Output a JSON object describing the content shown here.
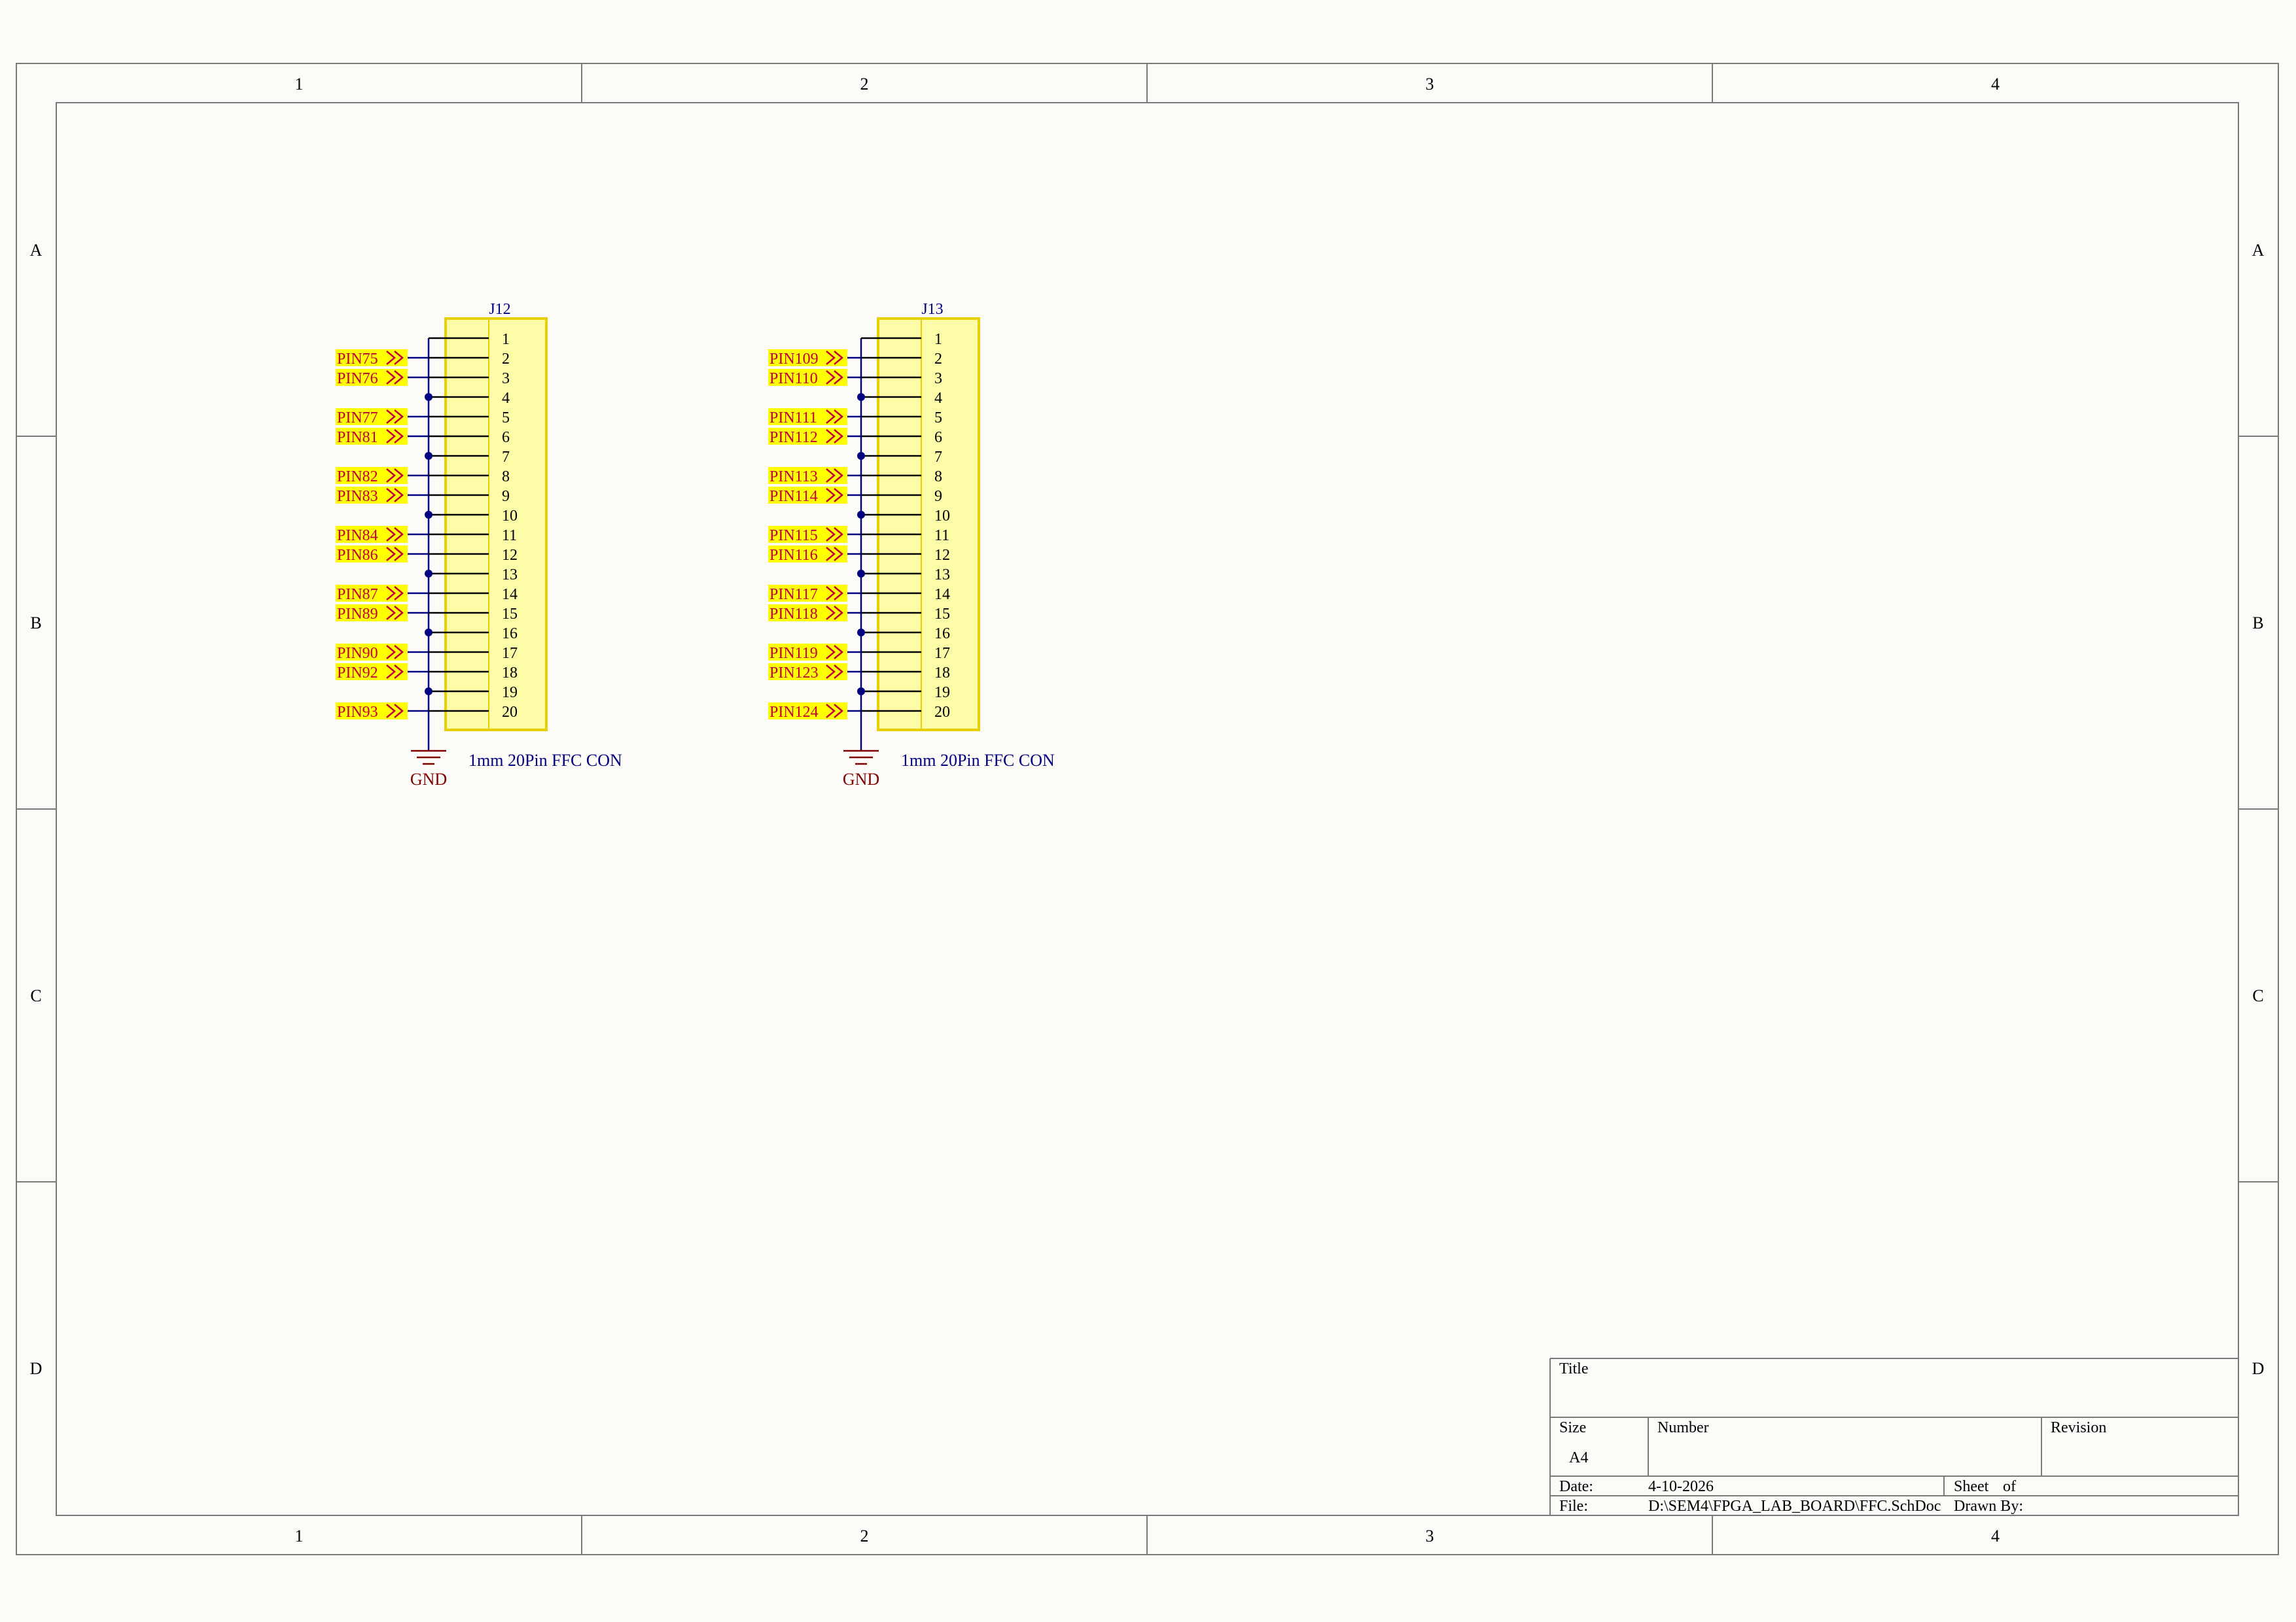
{
  "colors": {
    "paper": "#fdfbf7",
    "border": "#7a7a7a",
    "wire": "#000080",
    "pin": "#000000",
    "body_fill": "#fffca8",
    "body_stroke": "#e6d000",
    "port_fill": "#ffff00",
    "port_text": "#c0003c",
    "port_arrow": "#c0003c",
    "gnd": "#800000",
    "designator": "#000080",
    "comment": "#000080",
    "text": "#000000"
  },
  "frame": {
    "columns": [
      "1",
      "2",
      "3",
      "4"
    ],
    "rows": [
      "A",
      "B",
      "C",
      "D"
    ]
  },
  "components": [
    {
      "designator": "J12",
      "comment": "1mm 20Pin FFC CON",
      "pins": [
        "1",
        "2",
        "3",
        "4",
        "5",
        "6",
        "7",
        "8",
        "9",
        "10",
        "11",
        "12",
        "13",
        "14",
        "15",
        "16",
        "17",
        "18",
        "19",
        "20"
      ],
      "gnd_pins": [
        "1",
        "4",
        "7",
        "10",
        "13",
        "16",
        "19"
      ],
      "gnd_label": "GND",
      "ports": [
        {
          "pin": "2",
          "name": "PIN75"
        },
        {
          "pin": "3",
          "name": "PIN76"
        },
        {
          "pin": "5",
          "name": "PIN77"
        },
        {
          "pin": "6",
          "name": "PIN81"
        },
        {
          "pin": "8",
          "name": "PIN82"
        },
        {
          "pin": "9",
          "name": "PIN83"
        },
        {
          "pin": "11",
          "name": "PIN84"
        },
        {
          "pin": "12",
          "name": "PIN86"
        },
        {
          "pin": "14",
          "name": "PIN87"
        },
        {
          "pin": "15",
          "name": "PIN89"
        },
        {
          "pin": "17",
          "name": "PIN90"
        },
        {
          "pin": "18",
          "name": "PIN92"
        },
        {
          "pin": "20",
          "name": "PIN93"
        }
      ]
    },
    {
      "designator": "J13",
      "comment": "1mm 20Pin FFC CON",
      "pins": [
        "1",
        "2",
        "3",
        "4",
        "5",
        "6",
        "7",
        "8",
        "9",
        "10",
        "11",
        "12",
        "13",
        "14",
        "15",
        "16",
        "17",
        "18",
        "19",
        "20"
      ],
      "gnd_pins": [
        "1",
        "4",
        "7",
        "10",
        "13",
        "16",
        "19"
      ],
      "gnd_label": "GND",
      "ports": [
        {
          "pin": "2",
          "name": "PIN109"
        },
        {
          "pin": "3",
          "name": "PIN110"
        },
        {
          "pin": "5",
          "name": "PIN111"
        },
        {
          "pin": "6",
          "name": "PIN112"
        },
        {
          "pin": "8",
          "name": "PIN113"
        },
        {
          "pin": "9",
          "name": "PIN114"
        },
        {
          "pin": "11",
          "name": "PIN115"
        },
        {
          "pin": "12",
          "name": "PIN116"
        },
        {
          "pin": "14",
          "name": "PIN117"
        },
        {
          "pin": "15",
          "name": "PIN118"
        },
        {
          "pin": "17",
          "name": "PIN119"
        },
        {
          "pin": "18",
          "name": "PIN123"
        },
        {
          "pin": "20",
          "name": "PIN124"
        }
      ]
    }
  ],
  "title_block": {
    "title_label": "Title",
    "size_label": "Size",
    "size_value": "A4",
    "number_label": "Number",
    "revision_label": "Revision",
    "date_label": "Date:",
    "date_value": "4-10-2026",
    "sheet_label": "Sheet",
    "of_label": "of",
    "file_label": "File:",
    "file_value": "D:\\SEM4\\FPGA_LAB_BOARD\\FFC.SchDoc",
    "drawn_by_label": "Drawn By:"
  }
}
